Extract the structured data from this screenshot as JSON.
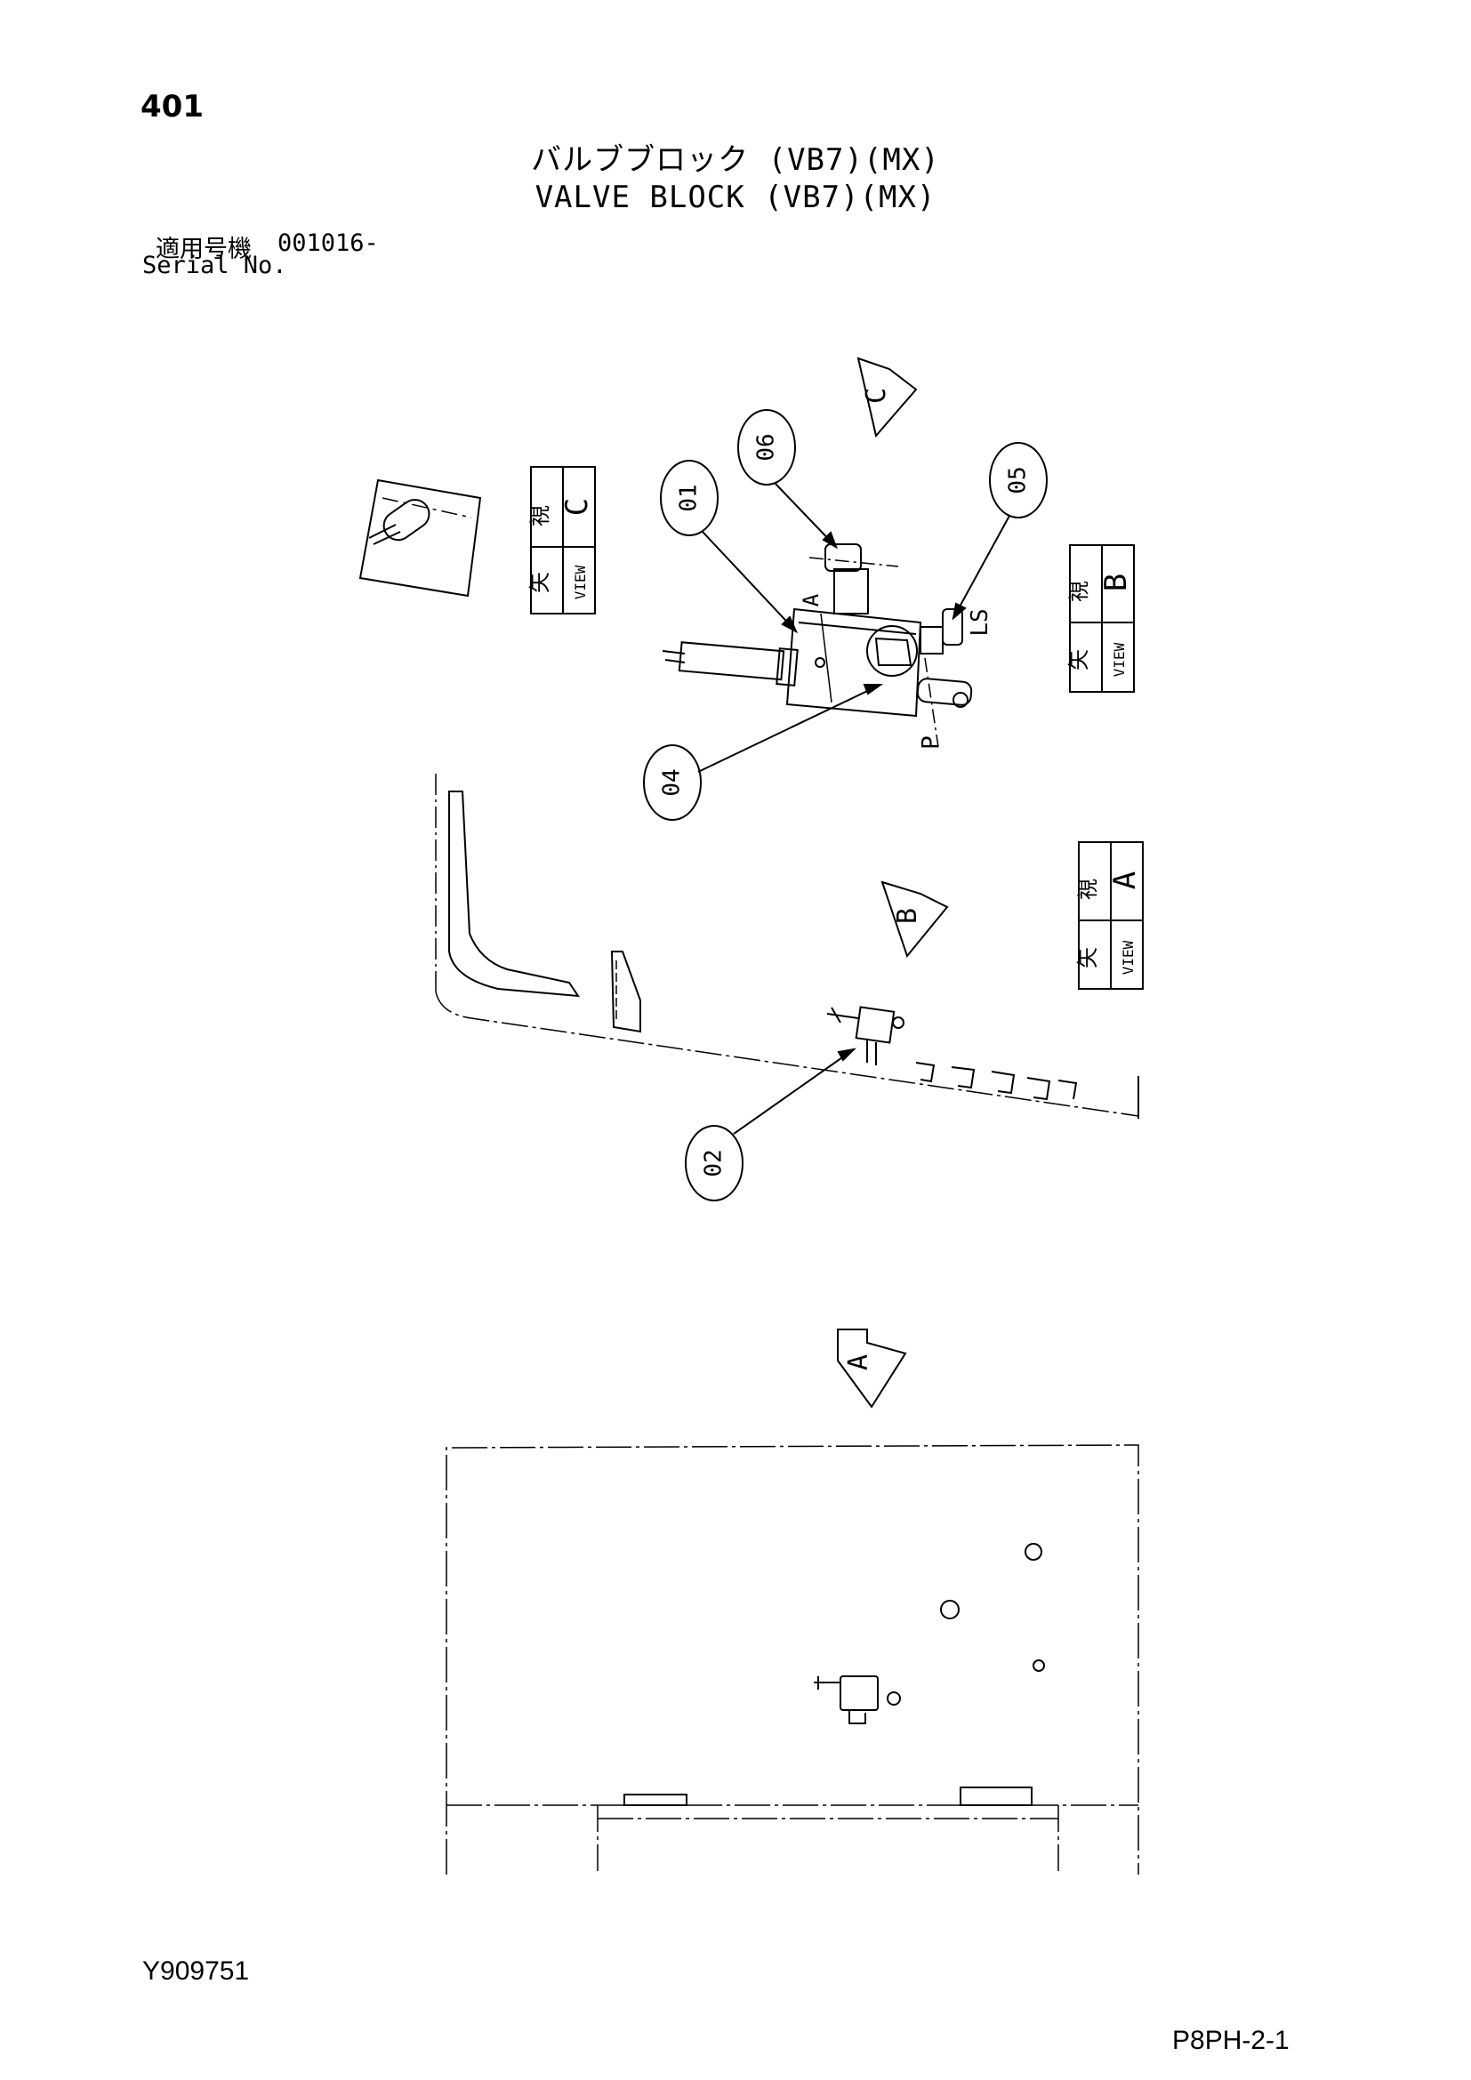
{
  "page_number": "401",
  "title_jp": "バルブブロック (VB7)(MX)",
  "title_en": "VALVE BLOCK (VB7)(MX)",
  "serial_label_jp": "適用号機",
  "serial_value": "001016-",
  "serial_label_en": "Serial No.",
  "part_callouts": [
    "01",
    "06",
    "05",
    "04",
    "02"
  ],
  "view_boxes": [
    {
      "kanji_1": "矢",
      "kanji_2": "視",
      "view": "VIEW",
      "letter": "C"
    },
    {
      "kanji_1": "矢",
      "kanji_2": "視",
      "view": "VIEW",
      "letter": "B"
    },
    {
      "kanji_1": "矢",
      "kanji_2": "視",
      "view": "VIEW",
      "letter": "A"
    }
  ],
  "view_arrows": [
    "C",
    "B",
    "A"
  ],
  "port_labels": {
    "a": "A",
    "ls": "LS",
    "p": "P"
  },
  "drawing_code": "Y909751",
  "sheet_ref": "P8PH-2-1"
}
